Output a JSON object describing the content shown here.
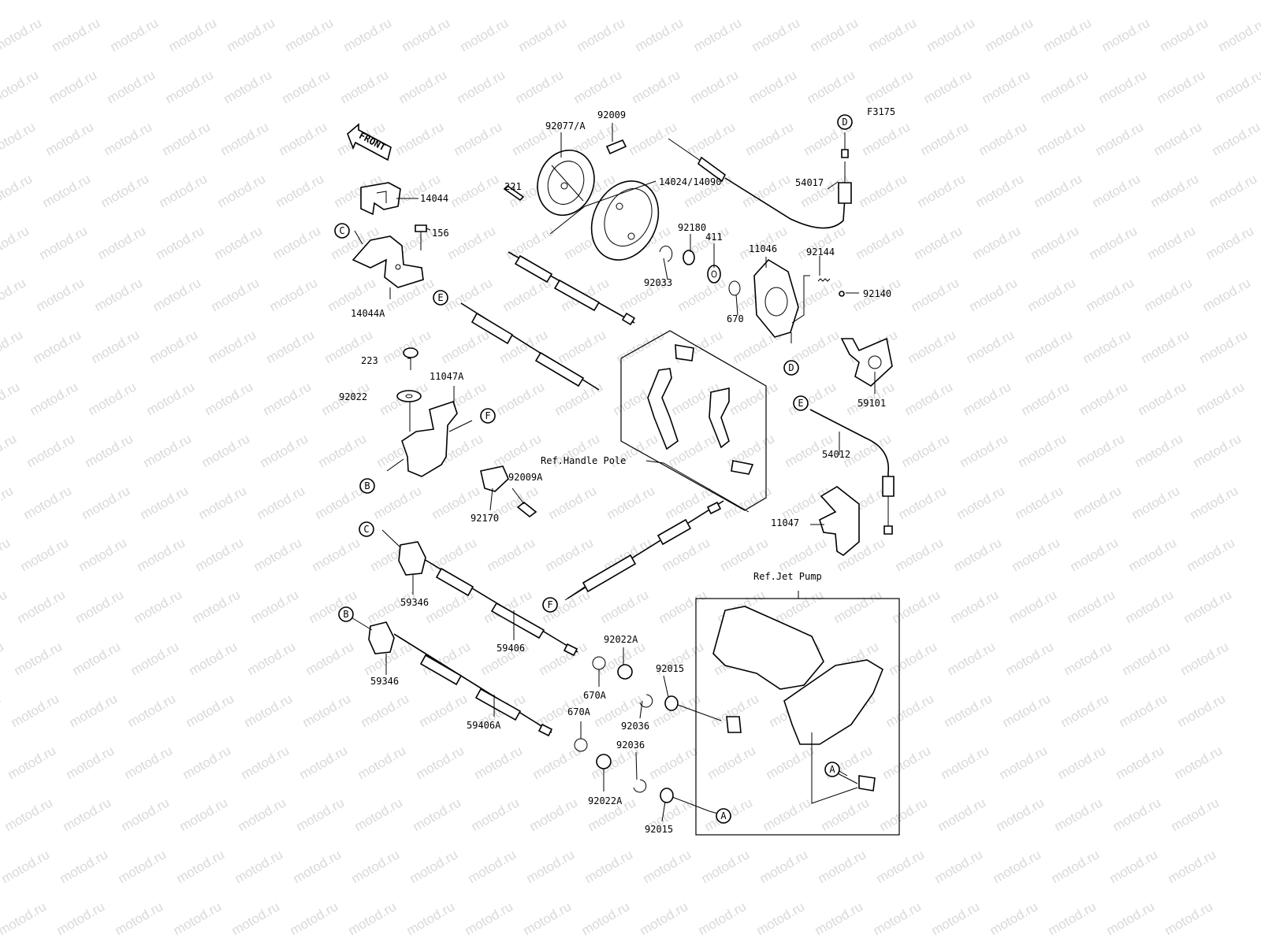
{
  "figure_code": "F3175",
  "watermark": "motod.ru",
  "front_arrow": "FRONT",
  "references": {
    "handle_pole": "Ref.Handle Pole",
    "jet_pump": "Ref.Jet Pump"
  },
  "parts": [
    {
      "id": "92077a",
      "label": "92077/A"
    },
    {
      "id": "92009",
      "label": "92009"
    },
    {
      "id": "221",
      "label": "221"
    },
    {
      "id": "14024",
      "label": "14024/14090"
    },
    {
      "id": "14044",
      "label": "14044"
    },
    {
      "id": "156",
      "label": "156"
    },
    {
      "id": "14044a",
      "label": "14044A"
    },
    {
      "id": "92180",
      "label": "92180"
    },
    {
      "id": "92033",
      "label": "92033"
    },
    {
      "id": "411",
      "label": "411"
    },
    {
      "id": "11046",
      "label": "11046"
    },
    {
      "id": "670",
      "label": "670"
    },
    {
      "id": "92144",
      "label": "92144"
    },
    {
      "id": "92140",
      "label": "92140"
    },
    {
      "id": "54017",
      "label": "54017"
    },
    {
      "id": "59101",
      "label": "59101"
    },
    {
      "id": "223",
      "label": "223"
    },
    {
      "id": "11047a",
      "label": "11047A"
    },
    {
      "id": "92022",
      "label": "92022"
    },
    {
      "id": "92009a",
      "label": "92009A"
    },
    {
      "id": "92170",
      "label": "92170"
    },
    {
      "id": "54012",
      "label": "54012"
    },
    {
      "id": "11047",
      "label": "11047"
    },
    {
      "id": "59346a",
      "label": "59346"
    },
    {
      "id": "59406",
      "label": "59406"
    },
    {
      "id": "59346b",
      "label": "59346"
    },
    {
      "id": "59406a",
      "label": "59406A"
    },
    {
      "id": "92022a-1",
      "label": "92022A"
    },
    {
      "id": "670a-1",
      "label": "670A"
    },
    {
      "id": "670a-2",
      "label": "670A"
    },
    {
      "id": "92015-1",
      "label": "92015"
    },
    {
      "id": "92036-1",
      "label": "92036"
    },
    {
      "id": "92036-2",
      "label": "92036"
    },
    {
      "id": "92022a-2",
      "label": "92022A"
    },
    {
      "id": "92015-2",
      "label": "92015"
    }
  ],
  "connectors": {
    "A1": "A",
    "A2": "A",
    "B1": "B",
    "B2": "B",
    "C1": "C",
    "C2": "C",
    "D1": "D",
    "D2": "D",
    "E1": "E",
    "E2": "E",
    "F1": "F",
    "F2": "F"
  }
}
